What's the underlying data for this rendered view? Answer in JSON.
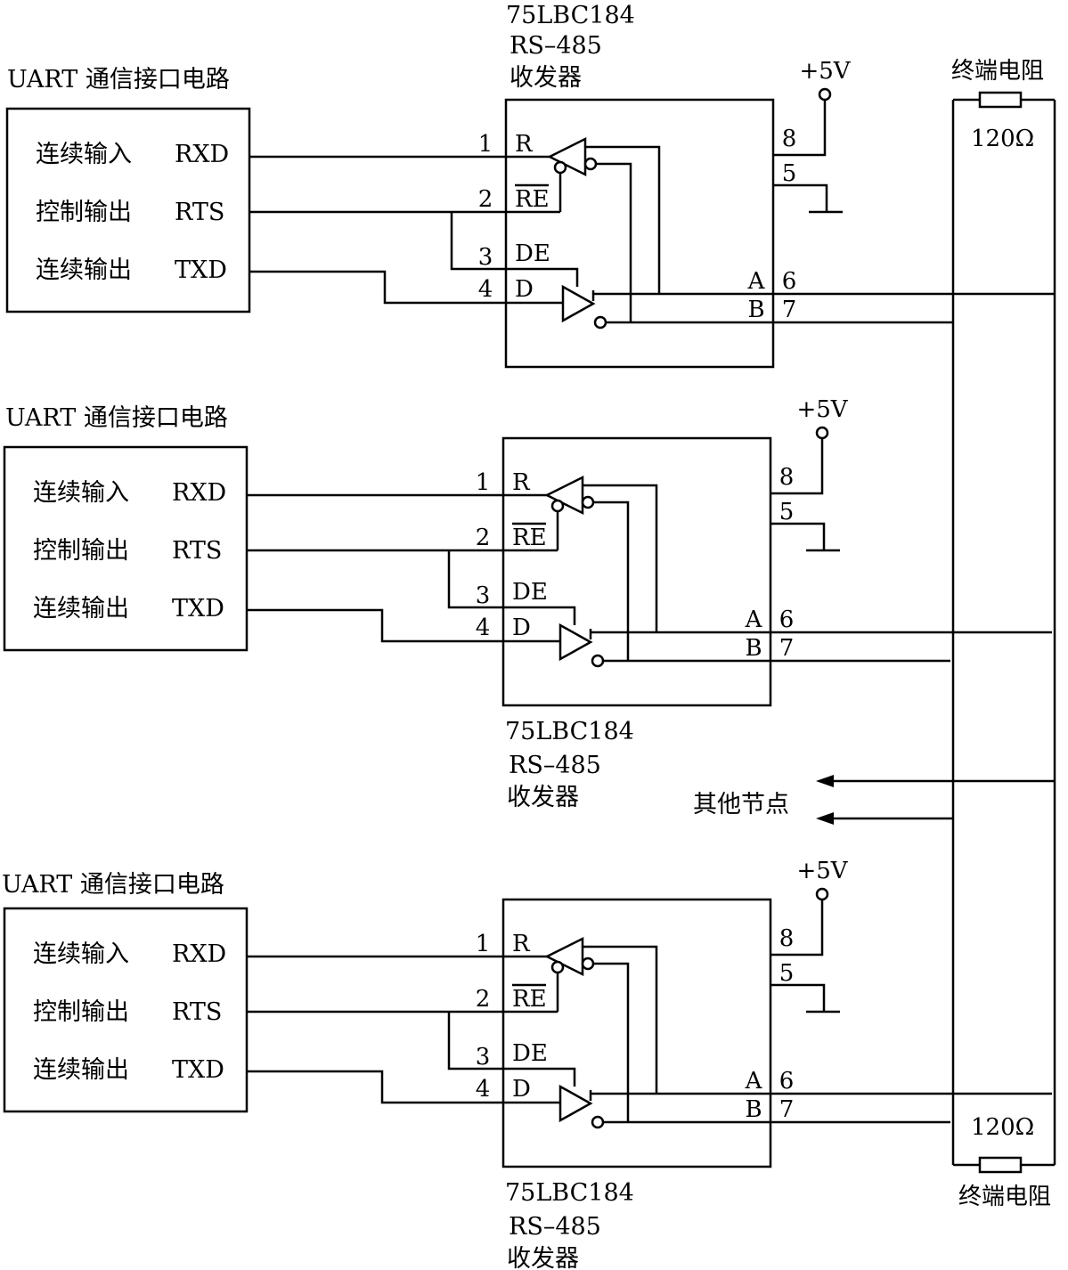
{
  "uart": {
    "title": "UART 通信接口电路",
    "rows": [
      {
        "label": "连续输入",
        "signal": "RXD"
      },
      {
        "label": "控制输出",
        "signal": "RTS"
      },
      {
        "label": "连续输出",
        "signal": "TXD"
      }
    ]
  },
  "chip": {
    "part": "75LBC184",
    "standard": "RS–485",
    "role": "收发器",
    "pins": {
      "p1": "1",
      "p2": "2",
      "p3": "3",
      "p4": "4",
      "p5": "5",
      "p6": "6",
      "p7": "7",
      "p8": "8",
      "R": "R",
      "RE": "RE",
      "DE": "DE",
      "D": "D",
      "A": "A",
      "B": "B"
    }
  },
  "power": "+5V",
  "terminator": {
    "label": "终端电阻",
    "value": "120Ω"
  },
  "other_nodes": "其他节点"
}
